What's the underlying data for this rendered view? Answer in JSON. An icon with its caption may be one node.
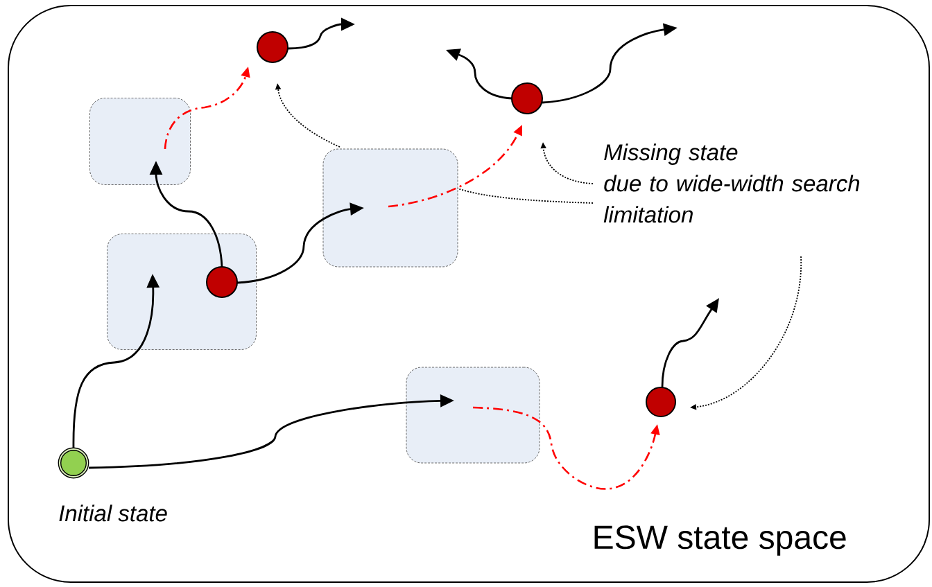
{
  "diagram": {
    "nodes": [
      {
        "text": [
          "ESW state space"
        ]
      },
      {
        "text": [],
        "shape": "circle",
        "beside": [
          "Initial state"
        ],
        "in": 0
      },
      {
        "text": [],
        "shape": "box",
        "in": 0
      },
      {
        "text": [],
        "shape": "box",
        "in": 0
      },
      {
        "text": [],
        "shape": "box",
        "in": 0
      },
      {
        "text": [],
        "shape": "box",
        "in": 0
      },
      {
        "text": [],
        "shape": "circle",
        "in": 2
      },
      {
        "text": [],
        "shape": "circle",
        "in": 0
      },
      {
        "text": [],
        "shape": "circle",
        "in": 0
      },
      {
        "text": [],
        "shape": "circle",
        "in": 0
      },
      {
        "text": [
          "Missing state",
          "due to wide-width search limitation"
        ],
        "in": 0
      }
    ],
    "edges": [
      {
        "from": 1,
        "to": 2,
        "arrow": "to"
      },
      {
        "from": 1,
        "to": 5,
        "arrow": "to"
      },
      {
        "from": 6,
        "to": 3,
        "arrow": "to"
      },
      {
        "from": 6,
        "to": 4,
        "arrow": "to"
      },
      {
        "from": 3,
        "to": 7,
        "arrow": "to",
        "style": "dashed",
        "color": "#ff0000"
      },
      {
        "from": 4,
        "to": 8,
        "arrow": "to",
        "style": "dashed",
        "color": "#ff0000"
      },
      {
        "from": 5,
        "to": 9,
        "arrow": "to",
        "style": "dashed",
        "color": "#ff0000"
      },
      {
        "from": 7,
        "to": null,
        "arrow": "to"
      },
      {
        "from": 8,
        "to": null,
        "arrow": "to"
      },
      {
        "from": 8,
        "to": null,
        "arrow": "to"
      },
      {
        "from": 9,
        "to": null,
        "arrow": "to"
      },
      {
        "from": 10,
        "to": 4,
        "arrow": "none",
        "style": "dashed"
      },
      {
        "from": 4,
        "to": 7,
        "arrow": "to",
        "style": "dashed"
      },
      {
        "from": 10,
        "to": 8,
        "arrow": "to",
        "style": "dashed"
      },
      {
        "from": 10,
        "to": 9,
        "arrow": "to",
        "style": "dashed"
      }
    ]
  }
}
